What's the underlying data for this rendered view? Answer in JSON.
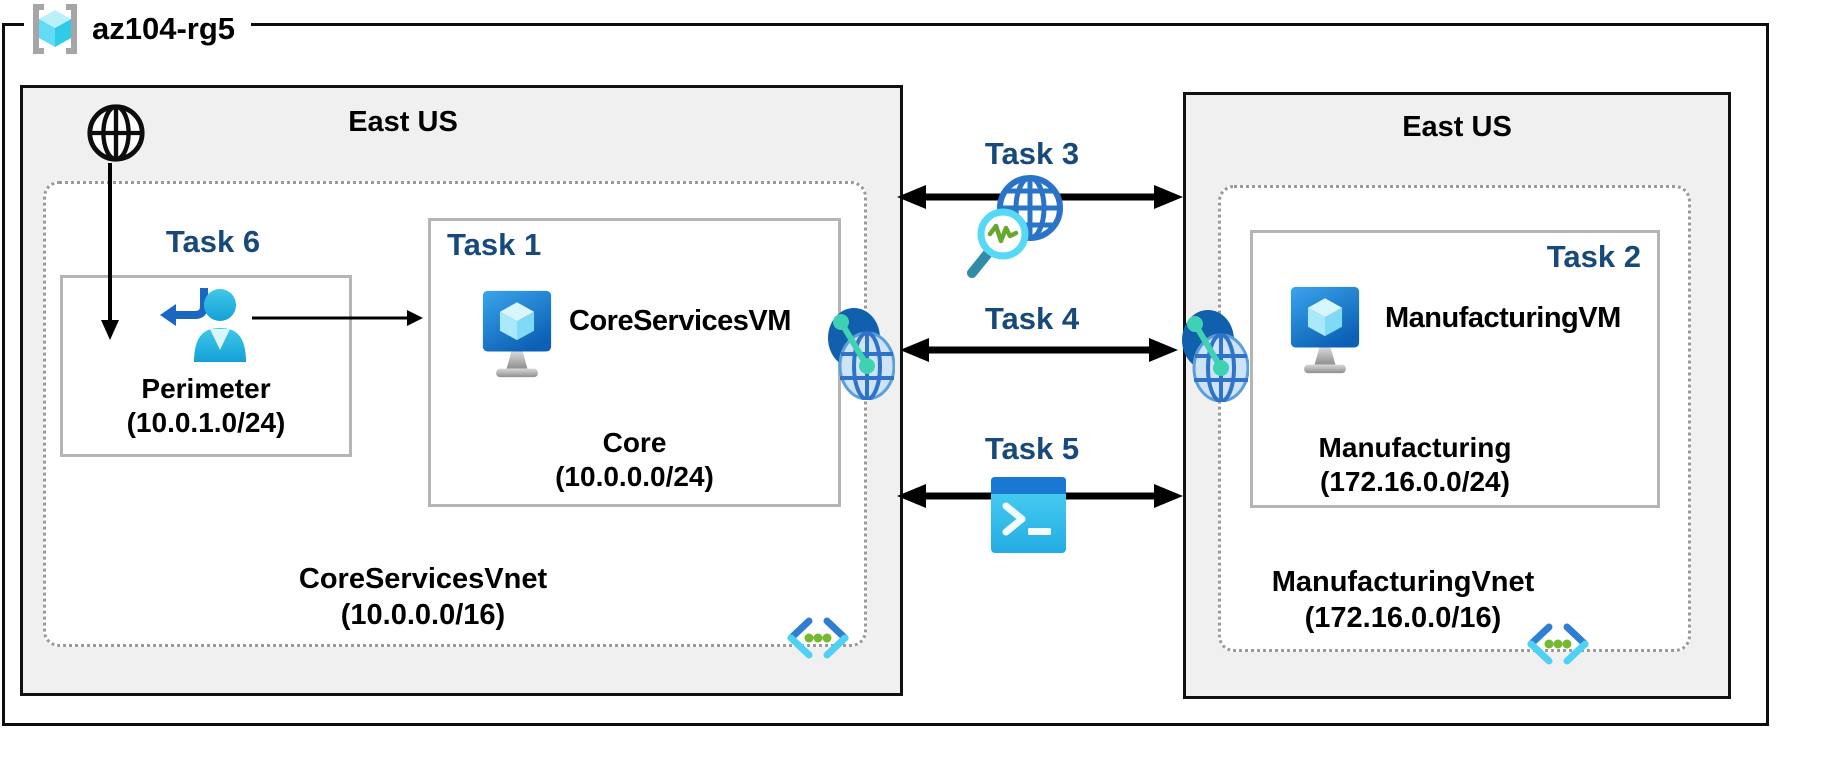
{
  "resource_group": {
    "label": "az104-rg5"
  },
  "regions": {
    "left": {
      "location": "East US",
      "vnet_name": "CoreServicesVnet",
      "vnet_cidr": "(10.0.0.0/16)",
      "task6_label": "Task 6",
      "perimeter_subnet": {
        "name": "Perimeter",
        "cidr": "(10.0.1.0/24)"
      },
      "task1_label": "Task 1",
      "vm_name": "CoreServicesVM",
      "core_subnet": {
        "name": "Core",
        "cidr": "(10.0.0.0/24)"
      }
    },
    "right": {
      "location": "East US",
      "vnet_name": "ManufacturingVnet",
      "vnet_cidr": "(172.16.0.0/16)",
      "task2_label": "Task 2",
      "vm_name": "ManufacturingVM",
      "manufacturing_subnet": {
        "name": "Manufacturing",
        "cidr": "(172.16.0.0/24)"
      }
    }
  },
  "connections": {
    "task3_label": "Task 3",
    "task4_label": "Task 4",
    "task5_label": "Task 5"
  },
  "icons": {
    "resource_group": "azure-resource-group-cube-brackets",
    "internet": "internet-globe-outline",
    "perimeter_user": "user-sign-in-arrow",
    "virtual_machine": "azure-vm-monitor-cube",
    "network_watcher": "globe-with-pulse-magnifier",
    "vnet_peering": "overlapping-globes-link",
    "cloud_shell": "terminal-prompt-window",
    "virtual_network": "angle-brackets-green-dots"
  },
  "colors": {
    "task_label": "#17497A",
    "region_fill": "#F0F0F1",
    "region_border": "#000000",
    "subnet_box_border": "#B5B5B5",
    "vnet_dotted_border": "#9A9A9A",
    "arrow": "#000000",
    "azure_blue": "#1F74C8",
    "cyan_accent": "#4FD0F5",
    "teal_accent": "#3FD2B2",
    "green_accent": "#76B82E"
  }
}
